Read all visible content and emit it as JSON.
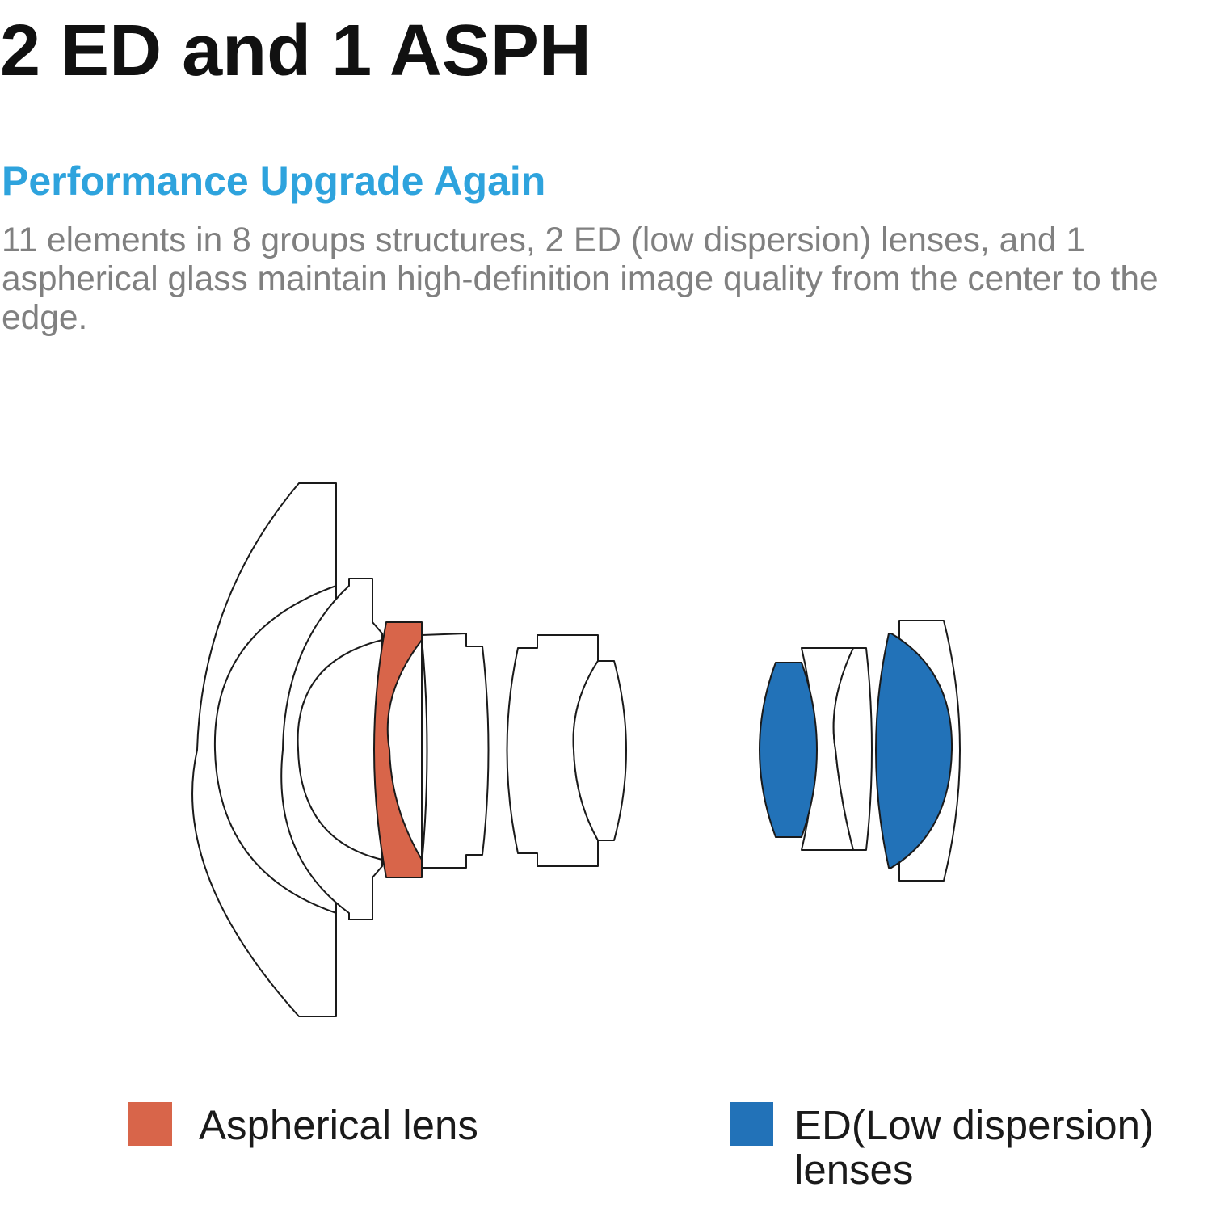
{
  "header": {
    "title": "2 ED and 1 ASPH",
    "subtitle": "Performance Upgrade Again",
    "description": "11 elements in 8 groups structures, 2 ED (low dispersion) lenses, and 1 aspherical glass maintain high-definition image quality from the center to the edge."
  },
  "colors": {
    "title": "#111111",
    "subtitle": "#2ea3dd",
    "description": "#808080",
    "aspherical": "#d8654a",
    "ed": "#2272b8",
    "outline": "#1a1a1a"
  },
  "legend": {
    "aspherical": {
      "label": "Aspherical lens"
    },
    "ed": {
      "line1": "ED(Low dispersion)",
      "line2": "lenses"
    }
  }
}
